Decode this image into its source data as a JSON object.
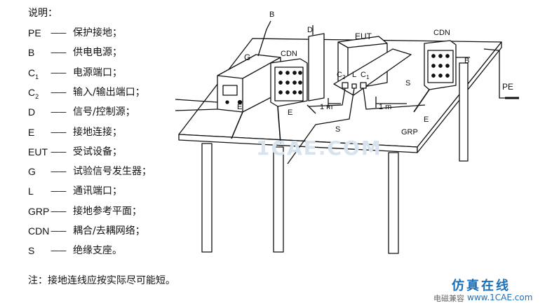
{
  "legend": {
    "heading": "说明：",
    "items": [
      {
        "code": "PE",
        "sub": "",
        "dash": "——",
        "desc": "保护接地；"
      },
      {
        "code": "B",
        "sub": "",
        "dash": "——",
        "desc": "供电电源；"
      },
      {
        "code": "C",
        "sub": "1",
        "dash": "——",
        "desc": "电源端口；"
      },
      {
        "code": "C",
        "sub": "2",
        "dash": "——",
        "desc": "输入/输出端口；"
      },
      {
        "code": "D",
        "sub": "",
        "dash": "——",
        "desc": "信号/控制源；"
      },
      {
        "code": "E",
        "sub": "",
        "dash": "——",
        "desc": "接地连接；"
      },
      {
        "code": "EUT",
        "sub": "",
        "dash": "——",
        "desc": "受试设备；"
      },
      {
        "code": "G",
        "sub": "",
        "dash": "——",
        "desc": "试验信号发生器；"
      },
      {
        "code": "L",
        "sub": "",
        "dash": "——",
        "desc": "通讯端口；"
      },
      {
        "code": "GRP",
        "sub": "",
        "dash": "——",
        "desc": "接地参考平面；"
      },
      {
        "code": "CDN",
        "sub": "",
        "dash": "——",
        "desc": "耦合/去耦网络；"
      },
      {
        "code": "S",
        "sub": "",
        "dash": "——",
        "desc": "绝缘支座。"
      }
    ],
    "note": "注：接地连线应按实际尽可能短。"
  },
  "diagram": {
    "labels": {
      "b_top": "B",
      "d": "D",
      "eut": "EUT",
      "cdn_right": "CDN",
      "g": "G",
      "cdn_left": "CDN",
      "c2": "C",
      "c2_sub": "2",
      "l": "L",
      "c1": "C",
      "c1_sub": "1",
      "b_right": "B",
      "s_right": "S",
      "pe": "PE",
      "e_left": "E",
      "e_mid": "E",
      "one_m_left": "1 m",
      "one_m_right": "1 m",
      "e_right": "E",
      "s_bottom": "S",
      "grp": "GRP"
    }
  },
  "watermark": {
    "center": "1CAE.COM",
    "logo": "仿真在线",
    "site": "www.1CAE.com",
    "left": "电磁兼容"
  }
}
